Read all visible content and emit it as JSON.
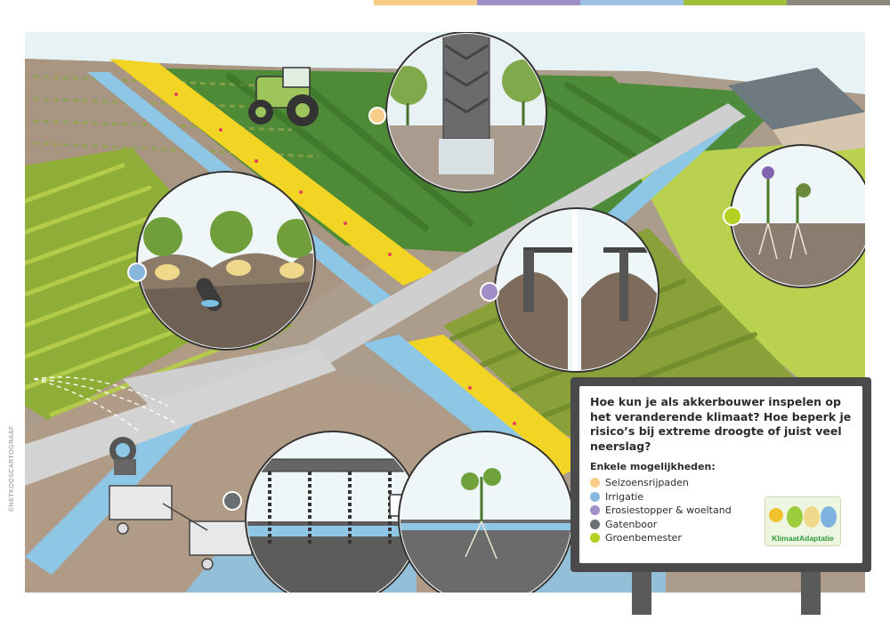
{
  "colors": {
    "stripe": [
      "#f7cc88",
      "#9c8fc4",
      "#9dc1e2",
      "#9fbf3b",
      "#8c877c"
    ],
    "seizoensrijpaden": "#f7cc88",
    "irrigatie": "#89b7de",
    "erosiestopper": "#a38fc7",
    "gatenboor": "#6b6f73",
    "groenbemester": "#b5d023"
  },
  "credit": "©HETKOOSCARTOGRAAF",
  "board": {
    "question": "Hoe kun je als akkerbouwer inspelen op het veranderende klimaat? Hoe beperk je risico’s bij extreme droogte of juist veel neerslag?",
    "subheading": "Enkele mogelijkheden:",
    "options": [
      {
        "label": "Seizoensrijpaden",
        "color": "#f7cc88"
      },
      {
        "label": "Irrigatie",
        "color": "#89b7de"
      },
      {
        "label": "Erosiestopper & woeltand",
        "color": "#a38fc7"
      },
      {
        "label": "Gatenboor",
        "color": "#6b6f73"
      },
      {
        "label": "Groenbemester",
        "color": "#b5d023"
      }
    ],
    "logo_text": "KlimaatAdaptatie"
  }
}
